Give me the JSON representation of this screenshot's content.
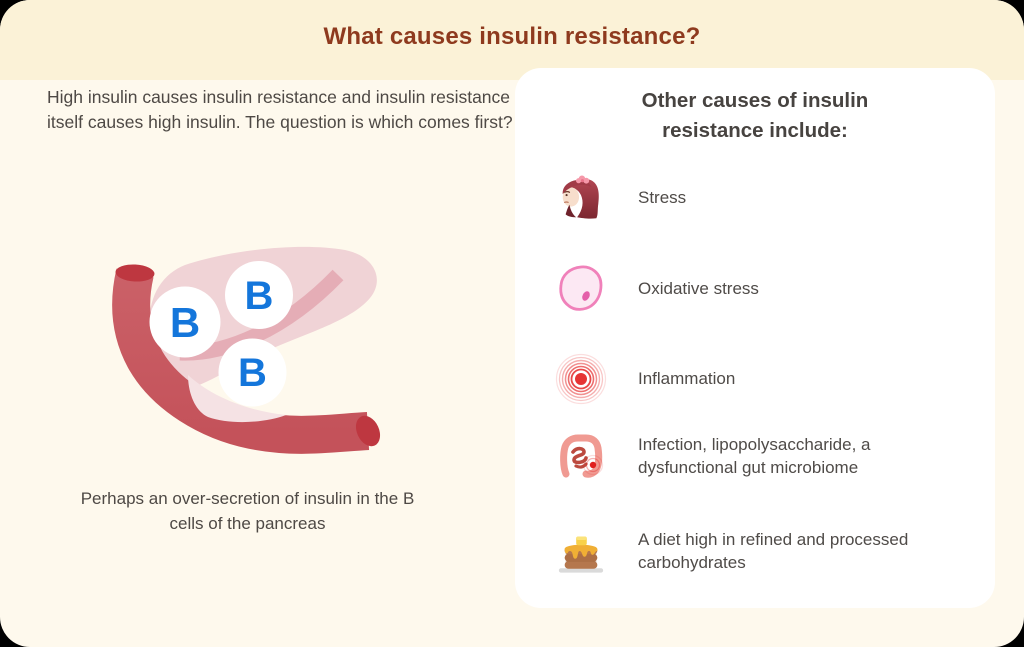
{
  "page": {
    "title": "What causes insulin resistance?",
    "colors": {
      "outer": "#000000",
      "header_band": "#FBF2D7",
      "background": "#FEF9ED",
      "title_text": "#8E3A1E",
      "body_text": "#4E4945",
      "card_background": "#FFFFFF",
      "beta_cell_blue": "#1476DB",
      "tube_red": "#C75B62",
      "tube_cap_red": "#BE3740",
      "pancreas_pink": "#F0D3D6",
      "duct_pink": "#E5ADB6",
      "cell_pink": "#F081BA",
      "inflammation_red": "#E63434",
      "gut_salmon": "#F09A92",
      "pancake_brown": "#B5774D",
      "syrup_yellow": "#F0AF35"
    }
  },
  "left": {
    "paragraph": "High insulin causes insulin resistance and insulin resistance itself causes high insulin. The question is which comes first?",
    "beta_label": "B",
    "caption": "Perhaps an over-secretion of insulin in the B cells of the pancreas",
    "illustration": "pancreas with B cells and blood vessel"
  },
  "card": {
    "heading": "Other causes of insulin resistance include:",
    "items": [
      {
        "icon": "stressed-woman-icon",
        "label": "Stress"
      },
      {
        "icon": "cell-icon",
        "label": "Oxidative stress"
      },
      {
        "icon": "inflammation-rings-icon",
        "label": "Inflammation"
      },
      {
        "icon": "gut-icon",
        "label": "Infection, lipopolysaccharide, a dysfunctional gut microbiome"
      },
      {
        "icon": "pancakes-icon",
        "label": "A diet high in refined and processed carbohydrates"
      }
    ]
  }
}
